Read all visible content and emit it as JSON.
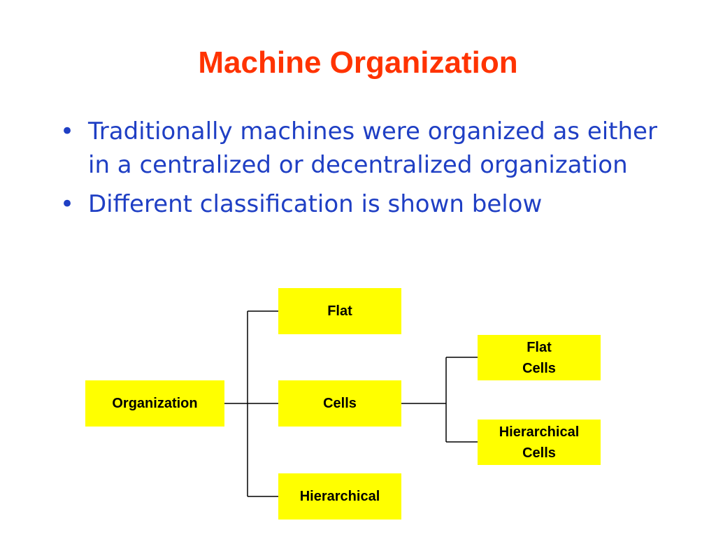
{
  "title": "Machine Organization",
  "bullets": [
    "Traditionally machines were organized as either in a centralized or decentralized organization",
    "Different classification is shown below"
  ],
  "bullet_glyph": "•",
  "diagram": {
    "box_color": "#ffff00",
    "line_color": "#000000",
    "nodes": {
      "organization": "Organization",
      "flat": "Flat",
      "cells": "Cells",
      "hierarchical": "Hierarchical",
      "flat_cells": "Flat\nCells",
      "hierarchical_cells": "Hierarchical\nCells"
    },
    "edges": [
      [
        "organization",
        "flat"
      ],
      [
        "organization",
        "cells"
      ],
      [
        "organization",
        "hierarchical"
      ],
      [
        "cells",
        "flat_cells"
      ],
      [
        "cells",
        "hierarchical_cells"
      ]
    ]
  },
  "colors": {
    "title": "#ff3300",
    "body_text": "#1f3fc4"
  }
}
